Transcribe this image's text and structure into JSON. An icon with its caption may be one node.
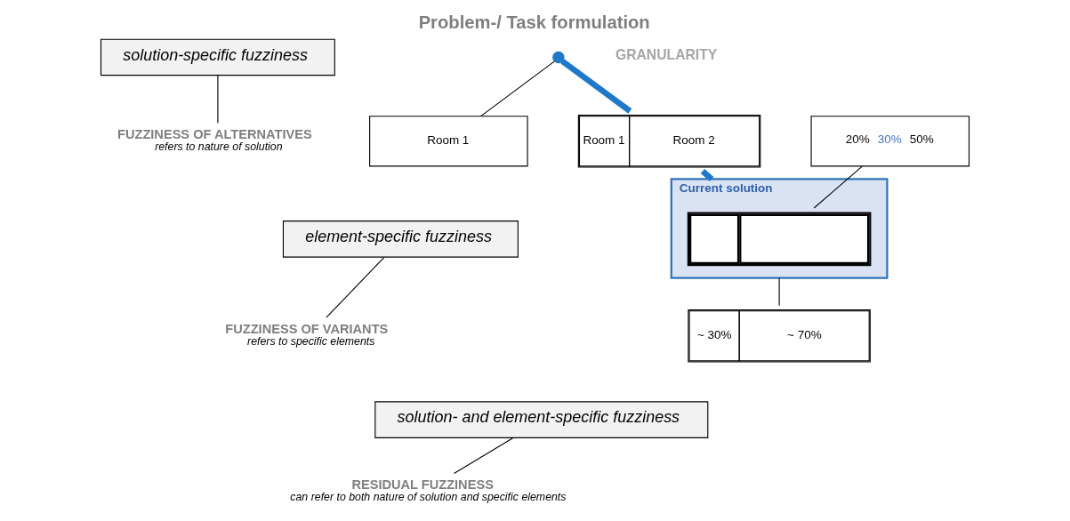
{
  "diagram": {
    "title": "Problem-/ Task formulation",
    "nodes": [
      {
        "text": [
          "solution-specific fuzziness"
        ]
      },
      {
        "text": [
          "FUZZINESS OF ALTERNATIVES",
          "refers to nature of solution"
        ]
      },
      {
        "text": [],
        "shape": "circle"
      },
      {
        "text": [
          "Room 1"
        ]
      },
      {
        "text": [
          "Room 1",
          "Room 2"
        ]
      },
      {
        "text": [
          "element-specific fuzziness"
        ]
      },
      {
        "text": [
          "FUZZINESS OF VARIANTS",
          "refers to specific elements"
        ]
      },
      {
        "text": [
          "Current solution"
        ]
      },
      {
        "text": [],
        "shape": "box",
        "in": 7
      },
      {
        "text": [
          "20%",
          "30%",
          "50%"
        ]
      },
      {
        "text": [
          "solution- and element-specific fuzziness"
        ]
      },
      {
        "text": [
          "RESIDUAL FUZZINESS",
          "can refer to both nature of solution and specific elements"
        ]
      },
      {
        "text": [
          "~ 30%",
          "~ 70%"
        ]
      }
    ],
    "edges": [
      {
        "from": 0,
        "to": 1,
        "arrow": "none"
      },
      {
        "from": 2,
        "to": 3,
        "arrow": "none"
      },
      {
        "from": 2,
        "to": 4,
        "arrow": "none",
        "style": "thick",
        "color": "#1f78c8"
      },
      {
        "from": 4,
        "to": 7,
        "arrow": "none",
        "style": "thick",
        "color": "#1f78c8"
      },
      {
        "from": 9,
        "to": 8,
        "arrow": "none"
      },
      {
        "from": 5,
        "to": 6,
        "arrow": "none"
      },
      {
        "from": 7,
        "to": 12,
        "arrow": "none"
      },
      {
        "from": 10,
        "to": 11,
        "arrow": "none"
      }
    ],
    "labels": [
      "GRANULARITY"
    ]
  }
}
